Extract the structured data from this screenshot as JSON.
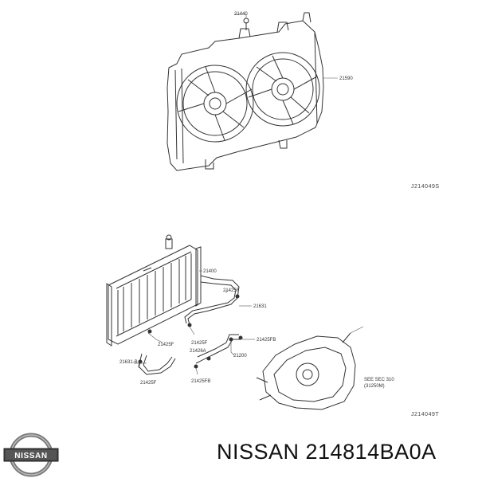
{
  "fan_diagram": {
    "labels": {
      "bolt": "21440",
      "shroud": "21590"
    },
    "reference": "J214049S"
  },
  "radiator_diagram": {
    "labels": {
      "radiator": "21400",
      "hose_upper_clamp": "21425F",
      "hose_upper": "21631",
      "clamp_right": "21425FB",
      "hose_lower": "21200",
      "clamp_left": "21425F",
      "clamp_mid": "21425F",
      "bracket_a": "21426A",
      "bracket_b": "21631-B",
      "clamp_lower_left": "21425F",
      "clamp_lower_mid": "21425FB",
      "see_sec_line1": "SEE SEC 310",
      "see_sec_line2": "(31250M)"
    },
    "reference": "J214049T"
  },
  "brand": {
    "logo_text": "NISSAN",
    "caption": "NISSAN 214814BA0A"
  }
}
